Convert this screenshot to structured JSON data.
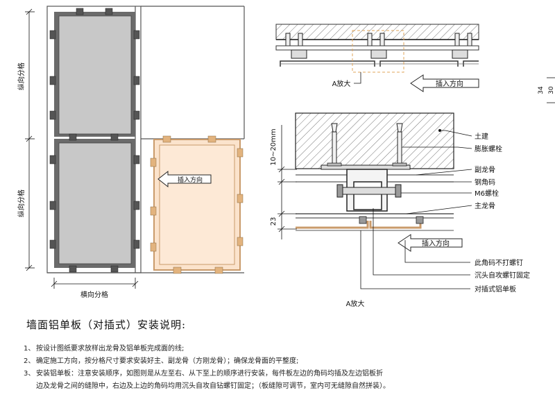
{
  "left_elevation": {
    "vertical_division_upper": "纵向分格",
    "vertical_division_lower": "纵向分格",
    "horizontal_division": "横向分格",
    "insert_direction": "插入方向"
  },
  "top_section": {
    "detail_ref": "A放大",
    "insert_direction": "插入方向",
    "dim_34": "34",
    "dim_30": "30"
  },
  "detail_a": {
    "dim_gap": "10~20mm",
    "dim_23": "23",
    "insert_direction": "插入方向",
    "callouts": [
      "土建",
      "膨胀螺栓",
      "副龙骨",
      "钢角码",
      "M6螺栓",
      "主龙骨",
      "此角码不打螺钉",
      "沉头自攻螺钉固定",
      "对插式铝单板"
    ],
    "caption": "A放大"
  },
  "notes": {
    "title": "墙面铝单板（对插式）安装说明:",
    "items": [
      {
        "num": "1、",
        "text": "按设计图纸要求放样出龙骨及铝单板完成面的线;"
      },
      {
        "num": "2、",
        "text": "确定施工方向，按分格尺寸要求安装好主、副龙骨（方刚龙骨）；确保龙骨面的平整度;"
      },
      {
        "num": "3、",
        "text": "安装铝单板：注意安装顺序，如图则是从左至右、从下至上的顺序进行安装，每件板左边的角码均插及左边铝板折"
      },
      {
        "num": "",
        "text": "边及龙骨之间的缝隙中，右边及上边的角码均用沉头自攻自钻螺钉固定；（板缝隙可调节，室内可无缝隙自然拼装）。"
      }
    ]
  },
  "colors": {
    "panel_fill": "#c8c8c8",
    "frame_dark": "#6b6b6b",
    "insert_panel_fill": "#fbe3cc",
    "insert_panel_border": "#c99a6a",
    "hatch": "#888888",
    "leader_dashed": "#e0a55a"
  }
}
